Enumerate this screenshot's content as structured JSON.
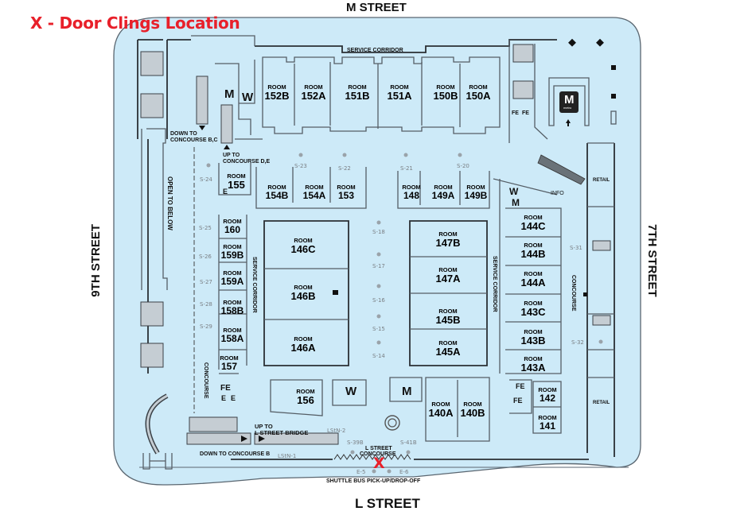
{
  "legend": {
    "text": "X - Door Clings Location",
    "marker": "X",
    "color": "#e8202a"
  },
  "streets": {
    "north": "M STREET",
    "south": "L STREET",
    "west": "9TH STREET",
    "east": "7TH STREET"
  },
  "colors": {
    "floor": "#cdeaf8",
    "outline": "#5a6670",
    "marker": "#e8202a"
  },
  "rooms": [
    {
      "label": "ROOM",
      "number": "152B"
    },
    {
      "label": "ROOM",
      "number": "152A"
    },
    {
      "label": "ROOM",
      "number": "151B"
    },
    {
      "label": "ROOM",
      "number": "151A"
    },
    {
      "label": "ROOM",
      "number": "150B"
    },
    {
      "label": "ROOM",
      "number": "150A"
    },
    {
      "label": "ROOM",
      "number": "155"
    },
    {
      "label": "ROOM",
      "number": "154B"
    },
    {
      "label": "ROOM",
      "number": "154A"
    },
    {
      "label": "ROOM",
      "number": "153"
    },
    {
      "label": "ROOM",
      "number": "148"
    },
    {
      "label": "ROOM",
      "number": "149A"
    },
    {
      "label": "ROOM",
      "number": "149B"
    },
    {
      "label": "ROOM",
      "number": "160"
    },
    {
      "label": "ROOM",
      "number": "159B"
    },
    {
      "label": "ROOM",
      "number": "159A"
    },
    {
      "label": "ROOM",
      "number": "158B"
    },
    {
      "label": "ROOM",
      "number": "158A"
    },
    {
      "label": "ROOM",
      "number": "157"
    },
    {
      "label": "ROOM",
      "number": "146C"
    },
    {
      "label": "ROOM",
      "number": "146B"
    },
    {
      "label": "ROOM",
      "number": "146A"
    },
    {
      "label": "ROOM",
      "number": "147B"
    },
    {
      "label": "ROOM",
      "number": "147A"
    },
    {
      "label": "ROOM",
      "number": "145B"
    },
    {
      "label": "ROOM",
      "number": "145A"
    },
    {
      "label": "ROOM",
      "number": "144C"
    },
    {
      "label": "ROOM",
      "number": "144B"
    },
    {
      "label": "ROOM",
      "number": "144A"
    },
    {
      "label": "ROOM",
      "number": "143C"
    },
    {
      "label": "ROOM",
      "number": "143B"
    },
    {
      "label": "ROOM",
      "number": "143A"
    },
    {
      "label": "ROOM",
      "number": "142"
    },
    {
      "label": "ROOM",
      "number": "141"
    },
    {
      "label": "ROOM",
      "number": "156"
    },
    {
      "label": "ROOM",
      "number": "140A"
    },
    {
      "label": "ROOM",
      "number": "140B"
    }
  ],
  "areas": {
    "service_corridor": "SERVICE CORRIDOR",
    "open_to_below": "OPEN TO BELOW",
    "concourse": "CONCOURSE",
    "retail": "RETAIL",
    "info": "INFO",
    "down_bc_1": "DOWN TO",
    "down_bc_2": "CONCOURSE B,C",
    "up_de_1": "UP TO",
    "up_de_2": "CONCOURSE D,E",
    "up_bridge_1": "UP TO",
    "up_bridge_2": "L STREET BRIDGE",
    "down_b": "DOWN TO CONCOURSE B",
    "l_concourse_1": "L STREET",
    "l_concourse_2": "CONCOURSE",
    "shuttle": "SHUTTLE BUS PICK-UP/DROP-OFF",
    "men": "M",
    "women": "W",
    "fire_ext": "FE",
    "elevator": "E",
    "metro": "M",
    "metro_sub": "metro"
  },
  "signs": [
    "S-24",
    "S-23",
    "S-22",
    "S-21",
    "S-20",
    "S-25",
    "S-26",
    "S-27",
    "S-28",
    "S-29",
    "S-18",
    "S-17",
    "S-16",
    "S-15",
    "S-14",
    "S-31",
    "S-32",
    "S-39B",
    "S-41B",
    "LStN-1",
    "LStN-2",
    "E-5",
    "E-6"
  ]
}
